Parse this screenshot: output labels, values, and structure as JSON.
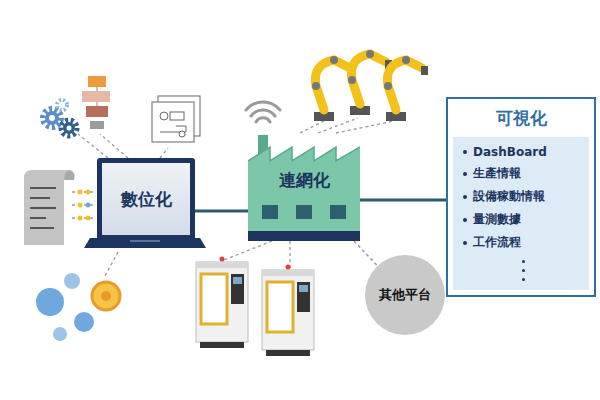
{
  "diagram": {
    "nodes": [
      {
        "text": [
          "數位化"
        ]
      },
      {
        "text": [
          "連網化"
        ]
      },
      {
        "text": [
          "可視化",
          "DashBoard",
          "生產情報",
          "設備稼動情報",
          "量測數據",
          "工作流程"
        ]
      },
      {
        "text": [
          "其他平台"
        ]
      }
    ],
    "edges": [
      {
        "from": 0,
        "to": 1,
        "arrow": "none"
      },
      {
        "from": 1,
        "to": 2,
        "arrow": "none"
      },
      {
        "from": 1,
        "to": 3,
        "arrow": "none"
      }
    ]
  }
}
